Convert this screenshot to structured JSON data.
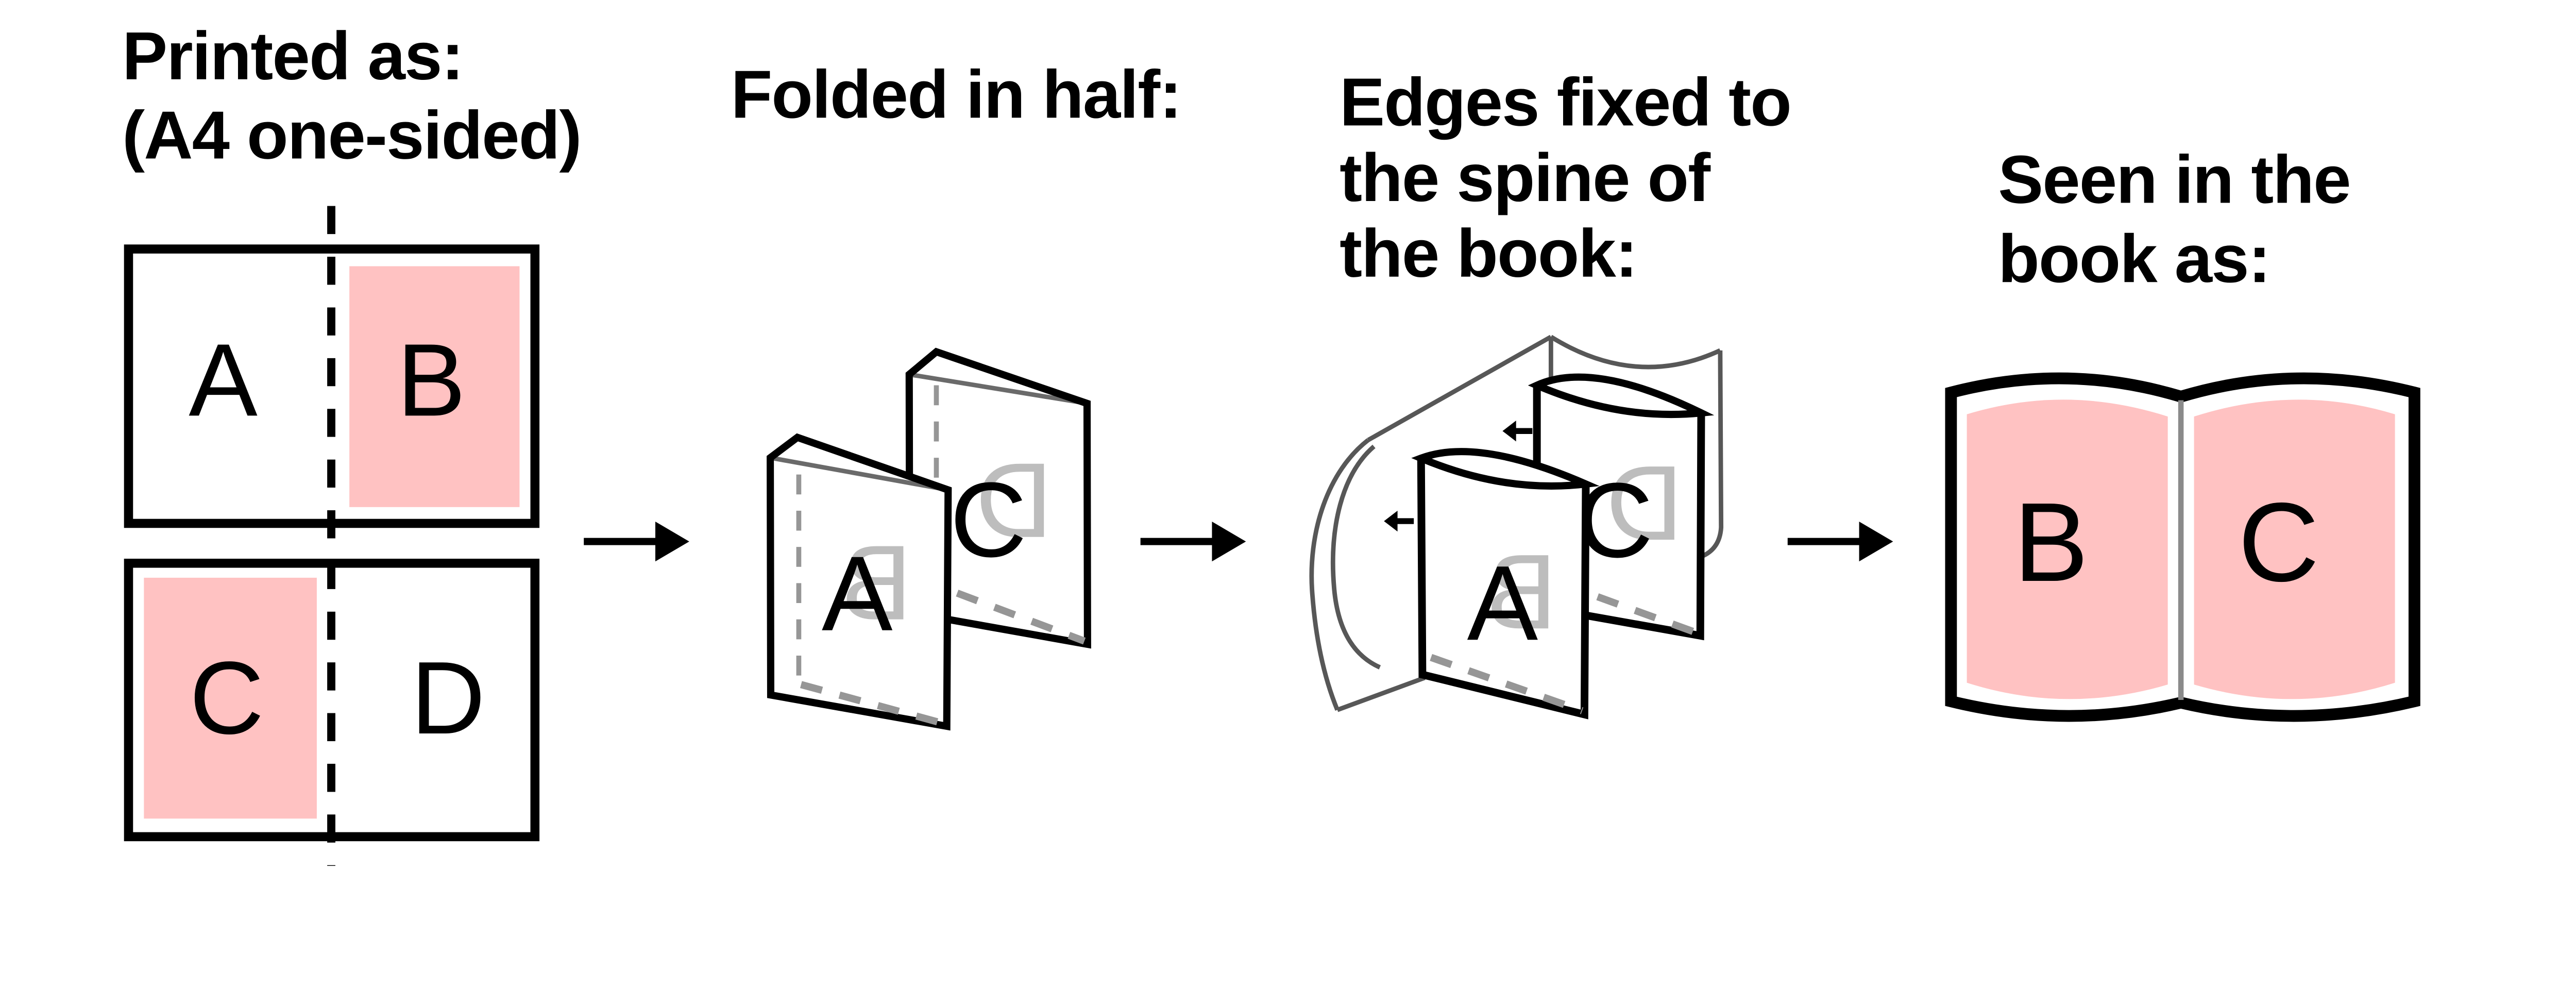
{
  "diagram": {
    "colors": {
      "highlight": "#ffc2c2",
      "ghost_letter": "#bdbdbd",
      "crease": "#6a6a6a",
      "spine_outline": "#575757",
      "hidden_dash": "#969696",
      "gutter": "#8a8a8a",
      "ink": "#000000"
    },
    "icons": {
      "flow_arrow": "→",
      "fix_arrow": "←"
    },
    "steps": {
      "printed": {
        "label_lines": [
          "Printed as:",
          "(A4 one-sided)"
        ],
        "sheets": [
          {
            "left_letter": "A",
            "right_letter": "B",
            "highlighted_side": "right"
          },
          {
            "left_letter": "C",
            "right_letter": "D",
            "highlighted_side": "left"
          }
        ]
      },
      "folded": {
        "label_lines": [
          "Folded in half:"
        ],
        "booklets": [
          {
            "front_letter": "A",
            "ghost_letter": "B"
          },
          {
            "front_letter": "C",
            "ghost_letter": "D"
          }
        ]
      },
      "fixed": {
        "label_lines": [
          "Edges fixed to",
          "the spine of",
          "the book:"
        ],
        "booklets": [
          {
            "front_letter": "A",
            "ghost_letter": "B"
          },
          {
            "front_letter": "C",
            "ghost_letter": "D"
          }
        ]
      },
      "seen": {
        "label_lines": [
          "Seen in the",
          "book as:"
        ],
        "pages": {
          "left_letter": "B",
          "right_letter": "C"
        }
      }
    }
  }
}
